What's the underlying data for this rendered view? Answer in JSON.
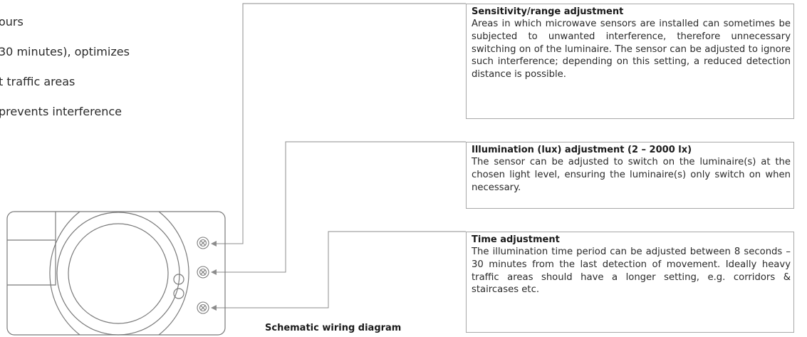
{
  "intro_fragments": [
    "ours",
    "30 minutes), optimizes",
    "t traffic areas",
    "prevents interference"
  ],
  "callouts": {
    "sensitivity": {
      "title": "Sensitivity/range adjustment",
      "body": "Areas in which microwave sensors are installed can sometimes be subjected to unwanted interference, therefore unnecessary switching on of the luminaire. The sensor can be adjusted to ignore such interference; depending on this setting, a reduced detection distance is possible."
    },
    "illumination": {
      "title": "Illumination (lux) adjustment (2 – 2000 lx)",
      "body": "The sensor can be adjusted to switch on the luminaire(s) at the chosen light level, ensuring the luminaire(s) only switch on when necessary."
    },
    "time": {
      "title": "Time adjustment",
      "body": "The illumination time period can be adjusted between 8 seconds – 30 minutes from the last detection of movement. Ideally heavy traffic areas should have a longer setting, e.g. corridors & staircases etc."
    }
  },
  "caption": "Schematic wiring diagram",
  "colors": {
    "outline": "#7a7a7a",
    "leader": "#8c8c8c",
    "box_border": "#a8a8a8"
  }
}
